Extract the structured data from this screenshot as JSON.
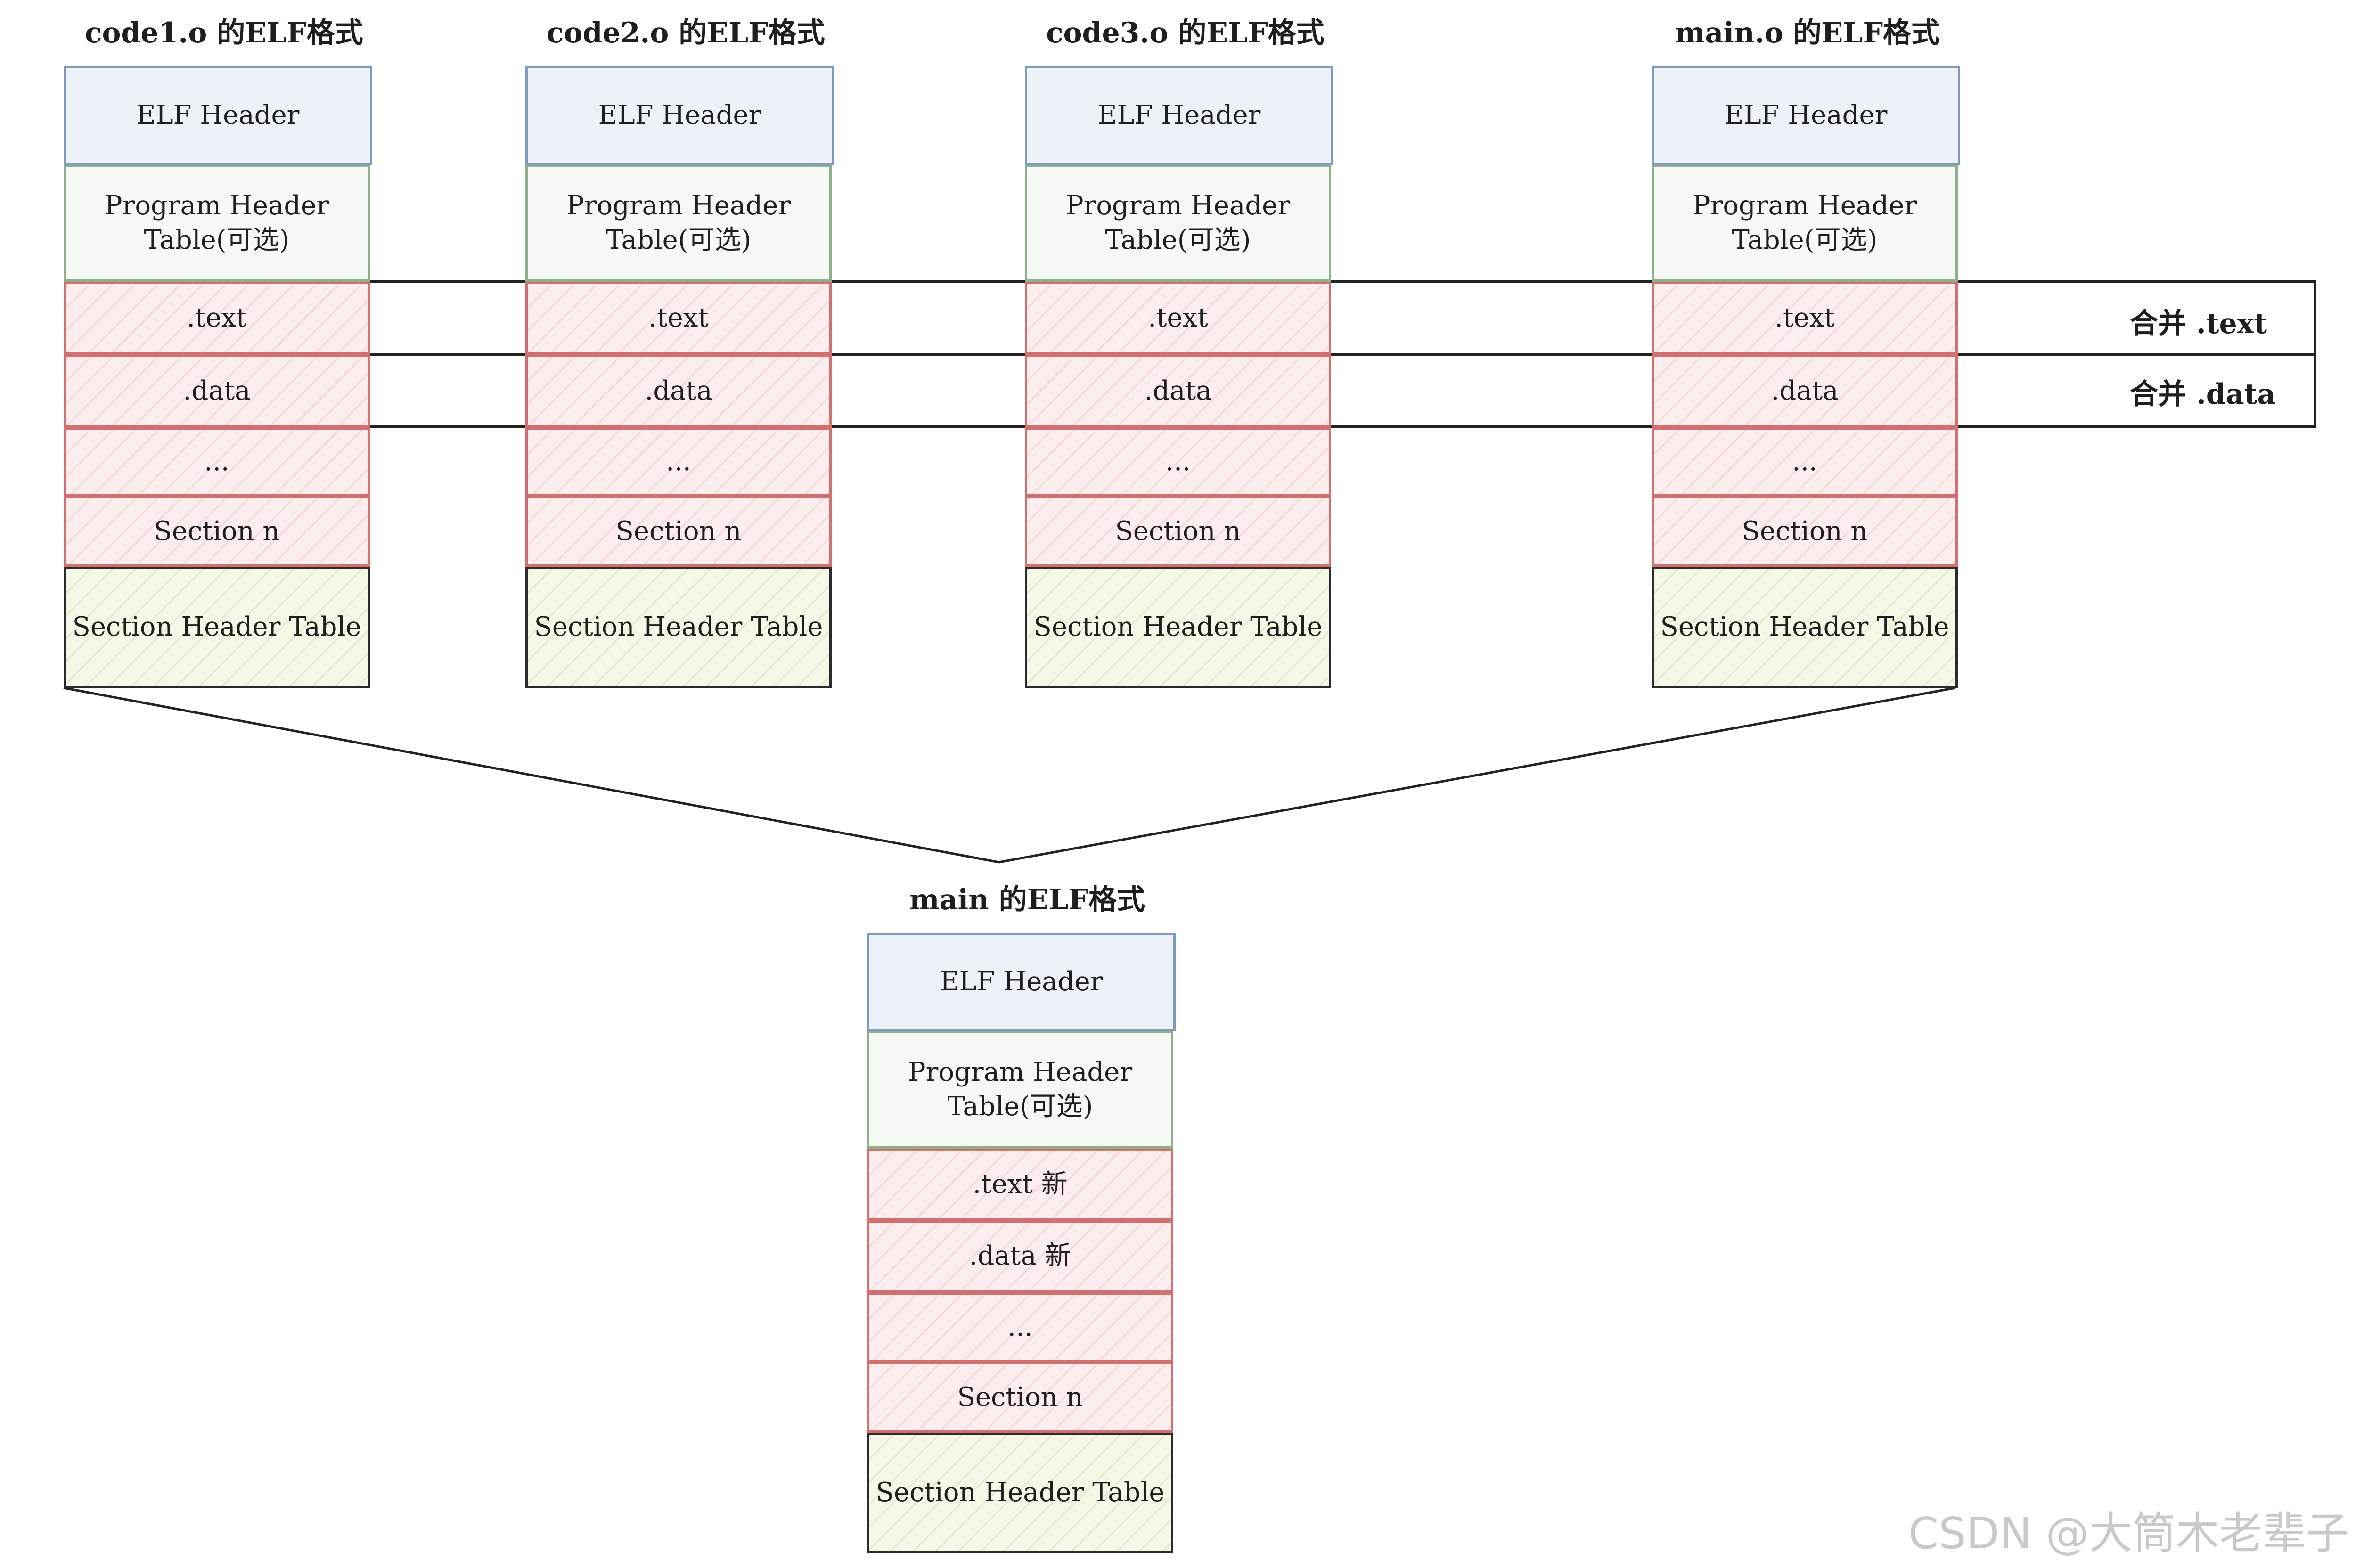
{
  "source_objects": [
    {
      "title": "code1.o 的ELF格式",
      "blocks": [
        "ELF Header",
        "Program Header\nTable(可选)",
        ".text",
        ".data",
        "...",
        "Section n",
        "Section Header Table"
      ]
    },
    {
      "title": "code2.o 的ELF格式",
      "blocks": [
        "ELF Header",
        "Program Header\nTable(可选)",
        ".text",
        ".data",
        "...",
        "Section n",
        "Section Header Table"
      ]
    },
    {
      "title": "code3.o 的ELF格式",
      "blocks": [
        "ELF Header",
        "Program Header\nTable(可选)",
        ".text",
        ".data",
        "...",
        "Section n",
        "Section Header Table"
      ]
    },
    {
      "title": "main.o 的ELF格式",
      "blocks": [
        "ELF Header",
        "Program Header\nTable(可选)",
        ".text",
        ".data",
        "...",
        "Section n",
        "Section Header Table"
      ]
    }
  ],
  "merge_labels": {
    "text": "合并 .text",
    "data": "合并 .data"
  },
  "result_object": {
    "title": "main 的ELF格式",
    "blocks": [
      "ELF Header",
      "Program Header\nTable(可选)",
      ".text 新",
      ".data 新",
      "...",
      "Section n",
      "Section Header Table"
    ]
  },
  "watermark": "CSDN @大筒木老辈子",
  "colors": {
    "elf_header_fill": "#edf2f9",
    "elf_header_border": "#7f9ac2",
    "program_header_fill": "#f7faf4",
    "program_header_border": "#8db08a",
    "section_fill": "#fceeee",
    "section_border": "#d07070",
    "section_header_table_fill": "#f5f8e6",
    "outline": "#222222"
  }
}
